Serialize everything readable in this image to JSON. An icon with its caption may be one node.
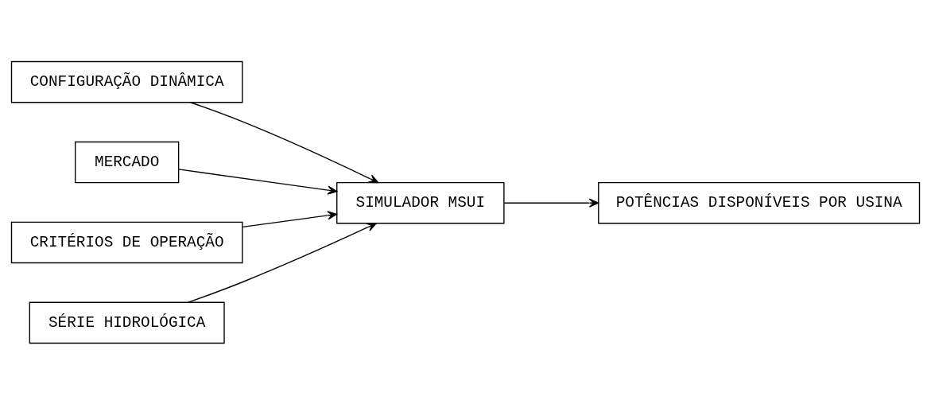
{
  "diagram": {
    "nodes": [
      {
        "text": [
          "CONFIGURAÇÃO DINÂMICA"
        ]
      },
      {
        "text": [
          "MERCADO"
        ]
      },
      {
        "text": [
          "CRITÉRIOS DE OPERAÇÃO"
        ]
      },
      {
        "text": [
          "SIMULADOR MSUI"
        ]
      },
      {
        "text": [
          "POTÊNCIAS DISPONÍVEIS POR USINA"
        ]
      },
      {
        "text": [
          "SÉRIE HIDROLÓGICA"
        ]
      }
    ],
    "edges": [
      {
        "from": 0,
        "to": 3,
        "arrow": "to"
      },
      {
        "from": 1,
        "to": 3,
        "arrow": "to"
      },
      {
        "from": 2,
        "to": 3,
        "arrow": "to"
      },
      {
        "from": 5,
        "to": 3,
        "arrow": "to"
      },
      {
        "from": 3,
        "to": 4,
        "arrow": "to"
      }
    ]
  }
}
